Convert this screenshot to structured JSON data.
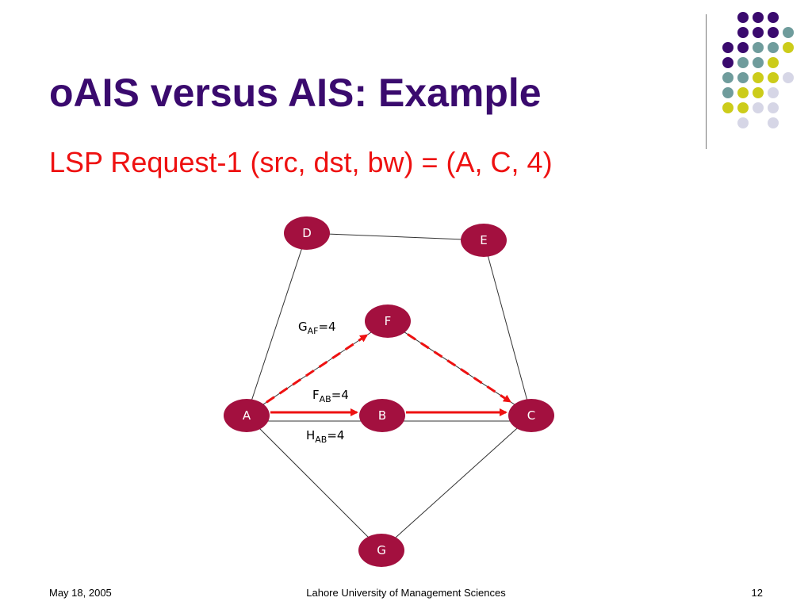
{
  "slide": {
    "title": "oAIS versus AIS: Example",
    "subtitle": "LSP Request-1 (src, dst, bw) = (A, C, 4)"
  },
  "colors": {
    "title": "#3a0a6e",
    "subtitle": "#ee1111",
    "node_fill": "#a3103f",
    "edge": "#333333",
    "path": "#ee1111",
    "dot_purple": "#3a0a6e",
    "dot_teal": "#6f9c9c",
    "dot_yellow": "#cccc1a",
    "dot_lavender": "#d6d6e6"
  },
  "diagram": {
    "nodes": [
      {
        "id": "D",
        "label": "D"
      },
      {
        "id": "E",
        "label": "E"
      },
      {
        "id": "F",
        "label": "F"
      },
      {
        "id": "A",
        "label": "A"
      },
      {
        "id": "B",
        "label": "B"
      },
      {
        "id": "C",
        "label": "C"
      },
      {
        "id": "G",
        "label": "G"
      }
    ],
    "edges": [
      {
        "from": "D",
        "to": "E"
      },
      {
        "from": "D",
        "to": "A"
      },
      {
        "from": "E",
        "to": "C"
      },
      {
        "from": "A",
        "to": "F"
      },
      {
        "from": "F",
        "to": "C"
      },
      {
        "from": "A",
        "to": "B"
      },
      {
        "from": "B",
        "to": "C"
      },
      {
        "from": "A",
        "to": "G"
      },
      {
        "from": "G",
        "to": "C"
      }
    ],
    "paths": [
      {
        "from": "A",
        "to": "F",
        "style": "dashed"
      },
      {
        "from": "F",
        "to": "C",
        "style": "dashed"
      },
      {
        "from": "A",
        "to": "B",
        "style": "solid"
      },
      {
        "from": "B",
        "to": "C",
        "style": "solid"
      }
    ],
    "labels": {
      "gaf": {
        "base": "G",
        "sub": "AF",
        "rest": "=4"
      },
      "fab": {
        "base": "F",
        "sub": "AB",
        "rest": "=4"
      },
      "hab": {
        "base": "H",
        "sub": "AB",
        "rest": "=4"
      }
    }
  },
  "footer": {
    "date": "May 18, 2005",
    "organization": "Lahore University of Management Sciences",
    "page": "12"
  }
}
